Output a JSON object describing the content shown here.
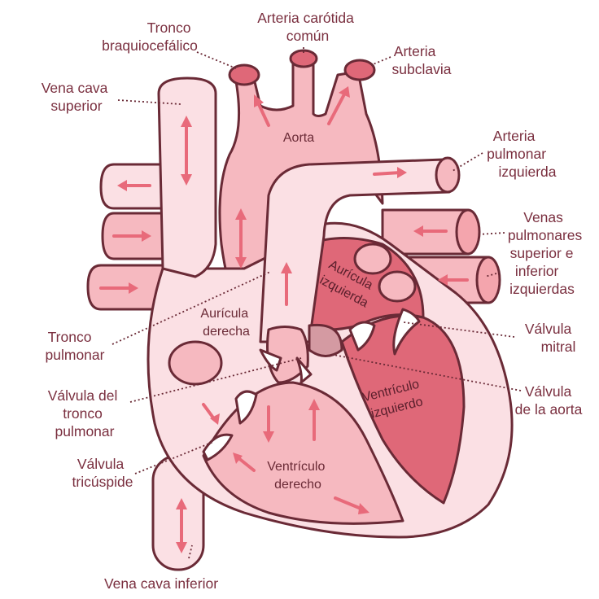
{
  "colors": {
    "outline": "#6a2a36",
    "light_pink": "#fbe0e4",
    "mid_pink": "#f6b9c0",
    "vessel_pink": "#f4a5ad",
    "dark_pink": "#df6878",
    "arrow": "#e86a7a",
    "label_text": "#7a2f3f"
  },
  "labels": {
    "tronco_braquiocefalico": [
      "Tronco",
      "braquiocefálico"
    ],
    "arteria_carotida": [
      "Arteria carótida",
      "común"
    ],
    "arteria_subclavia": [
      "Arteria",
      "subclavia"
    ],
    "vena_cava_superior": [
      "Vena cava",
      "superior"
    ],
    "arteria_pulmonar": [
      "Arteria",
      "pulmonar",
      "izquierda"
    ],
    "venas_pulmonares": [
      "Venas",
      "pulmonares",
      "superior e",
      "inferior",
      "izquierdas"
    ],
    "tronco_pulmonar": [
      "Tronco",
      "pulmonar"
    ],
    "valvula_mitral": [
      "Válvula",
      "mitral"
    ],
    "valvula_tronco_pulmonar": [
      "Válvula del",
      "tronco",
      "pulmonar"
    ],
    "valvula_aorta": [
      "Válvula",
      "de la aorta"
    ],
    "valvula_tricuspide": [
      "Válvula",
      "tricúspide"
    ],
    "vena_cava_inferior": "Vena cava inferior",
    "aorta": "Aorta",
    "auricula_derecha": [
      "Aurícula",
      "derecha"
    ],
    "auricula_izquierda": [
      "Aurícula",
      "izquierda"
    ],
    "ventriculo_izquierdo": [
      "Ventrículo",
      "izquierdo"
    ],
    "ventriculo_derecho": [
      "Ventrículo",
      "derecho"
    ]
  }
}
